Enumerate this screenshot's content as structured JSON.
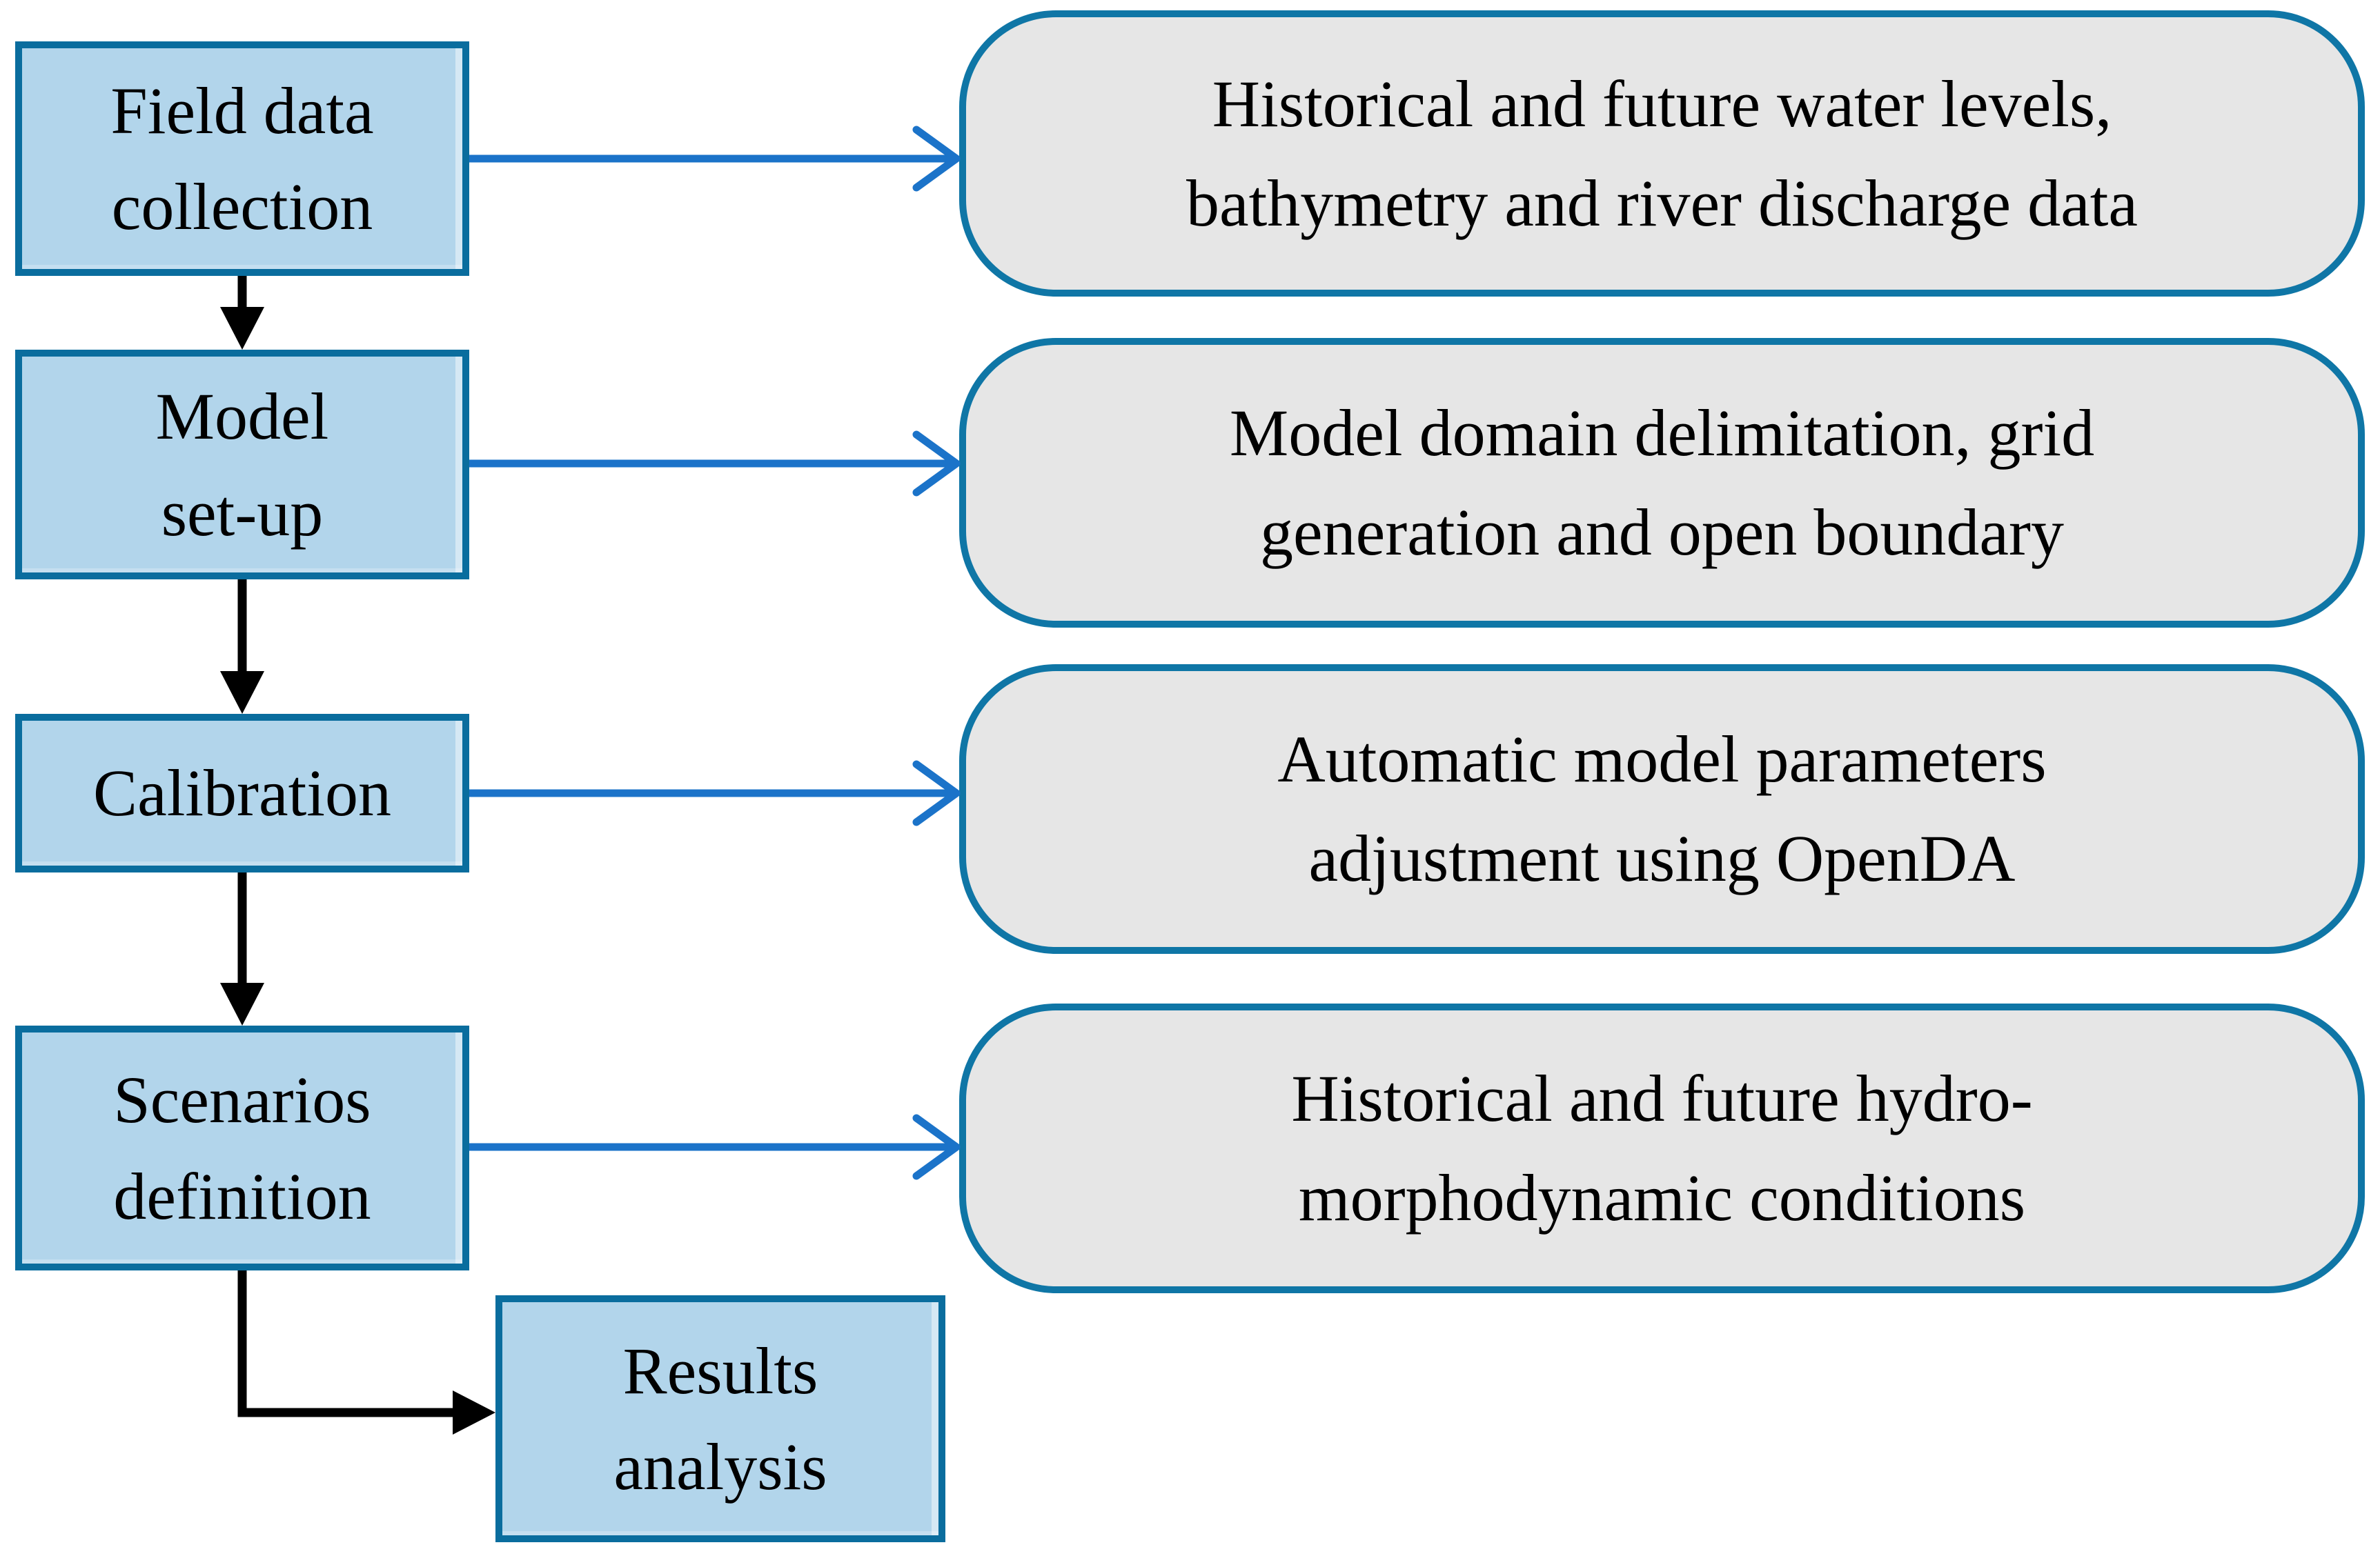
{
  "colors": {
    "step_fill": "#b2d5eb",
    "step_border": "#0a6d9e",
    "output_fill": "#e6e6e6",
    "output_border": "#0f76a6",
    "arrow_blue": "#1b73c9",
    "arrow_black": "#000000",
    "text_color": "#000000"
  },
  "flowchart": {
    "steps": [
      {
        "label": "Field data\ncollection"
      },
      {
        "label": "Model\nset-up"
      },
      {
        "label": "Calibration"
      },
      {
        "label": "Scenarios\ndefinition"
      },
      {
        "label": "Results\nanalysis"
      }
    ],
    "outputs": [
      {
        "label": "Historical and future water levels,\nbathymetry and river discharge data"
      },
      {
        "label": "Model domain delimitation, grid\ngeneration and open boundary"
      },
      {
        "label": "Automatic model parameters\nadjustment using OpenDA"
      },
      {
        "label": "Historical and future hydro-\nmorphodynamic conditions"
      }
    ]
  }
}
